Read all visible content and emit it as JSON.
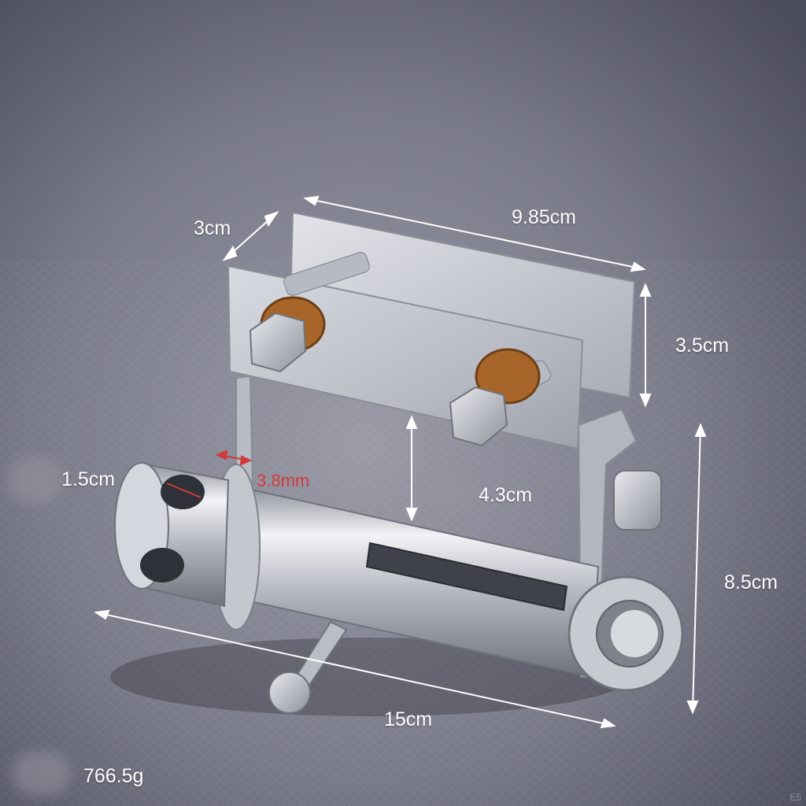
{
  "dimensions": {
    "depth": "3cm",
    "width": "9.85cm",
    "plate_height": "3.5cm",
    "tube_diameter": "1.5cm",
    "plate_thickness": "3.8mm",
    "clearance": "4.3cm",
    "total_height": "8.5cm",
    "length": "15cm"
  },
  "weight": "766.5g",
  "watermark": "E5",
  "colors": {
    "background_light": "#8c8d99",
    "background_dark": "#4b4c5c",
    "steel": "#c9ccd3",
    "washer": "#a8652a",
    "dimension_line": "#ffffff",
    "thickness_marker": "#d23a3a"
  },
  "icons": [
    "dimension-arrow-icon"
  ]
}
